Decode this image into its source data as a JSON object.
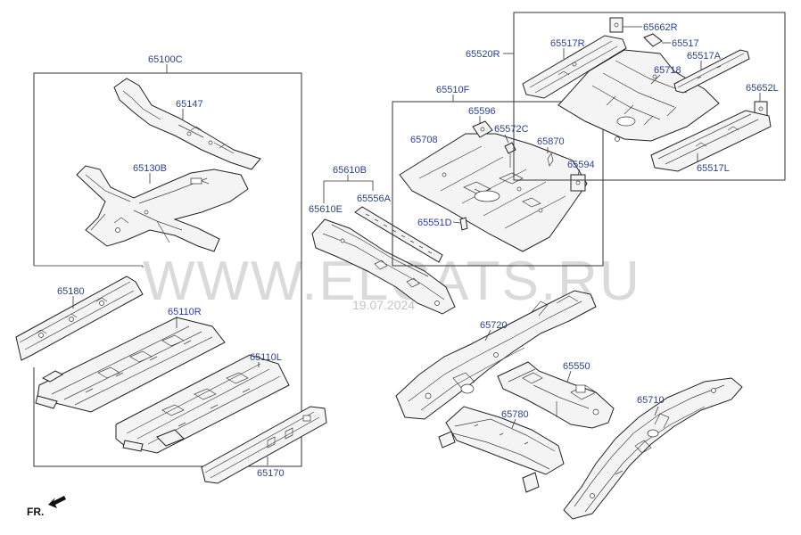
{
  "labels": {
    "p65100C": "65100C",
    "p65147": "65147",
    "p65130B": "65130B",
    "p65180": "65180",
    "p65110R": "65110R",
    "p65110L": "65110L",
    "p65170": "65170",
    "p65610B": "65610B",
    "p65610E": "65610E",
    "p65556A": "65556A",
    "p65510F": "65510F",
    "p65596": "65596",
    "p65572C": "65572C",
    "p65708": "65708",
    "p65870": "65870",
    "p65594": "65594",
    "p65551D": "65551D",
    "p65520R": "65520R",
    "p65517R": "65517R",
    "p65662R": "65662R",
    "p65517": "65517",
    "p65718": "65718",
    "p65517A": "65517A",
    "p65652L": "65652L",
    "p65517L": "65517L",
    "p65720": "65720",
    "p65550": "65550",
    "p65780": "65780",
    "p65710": "65710"
  },
  "direction_label": "FR.",
  "watermark": "WWW.ELCATS.RU",
  "watermark_date": "19.07.2024",
  "colors": {
    "label": "#2a3fa0",
    "line": "#222222",
    "watermark": "#bdbdbd"
  }
}
